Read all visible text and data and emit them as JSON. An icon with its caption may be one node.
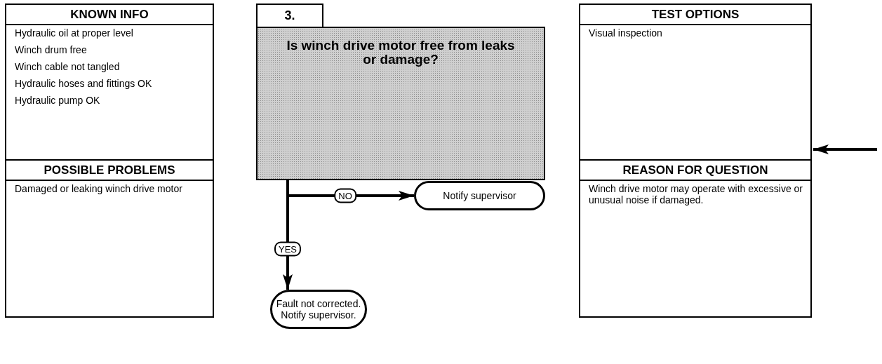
{
  "diagram": {
    "nodes": [
      {
        "text": [
          "KNOWN INFO",
          "Hydraulic oil at proper level",
          "Winch drum free",
          "Winch cable not tangled",
          "Hydraulic hoses and fittings OK",
          "Hydraulic pump OK"
        ]
      },
      {
        "text": [
          "POSSIBLE PROBLEMS",
          "Damaged or leaking winch drive motor"
        ]
      },
      {
        "text": [
          "3."
        ]
      },
      {
        "text": [
          "Is winch drive motor free from leaks or damage?"
        ]
      },
      {
        "text": [
          "Notify supervisor"
        ]
      },
      {
        "text": [
          "Fault not corrected. Notify supervisor."
        ]
      },
      {
        "text": [
          "TEST OPTIONS",
          "Visual inspection"
        ]
      },
      {
        "text": [
          "REASON FOR QUESTION",
          "Winch drive motor may operate with excessive or unusual noise if damaged."
        ]
      }
    ],
    "edges": [
      {
        "from": 3,
        "to": 4,
        "arrow": "to",
        "label": "NO"
      },
      {
        "from": 3,
        "to": 5,
        "arrow": "to",
        "label": "YES"
      },
      {
        "from": null,
        "to": 6,
        "arrow": "to"
      }
    ]
  }
}
